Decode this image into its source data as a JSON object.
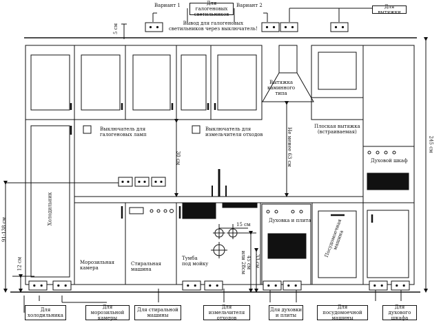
{
  "top": {
    "variant1": "Вариант 1",
    "halogen_box": "Для галогеновых\nсветильников",
    "variant2": "Вариант 2",
    "hood_box": "Для вытяжки",
    "dim_5cm": "5 см",
    "halogen_note": "Вывод для галогеновых\nсветильников через выключатель!"
  },
  "labels": {
    "hood_chimney": "Вытяжка\nкаминного\nтипа",
    "hood_flat": "Плоская вытяжка\n(встраиваемая)",
    "switch_halogen": "Выключатель для\nгалогеновых ламп",
    "switch_grinder": "Выключатель для\nизмельчителя отходов",
    "oven": "Духовой шкаф",
    "oven_hob": "Духовка и плита",
    "fridge": "Холодильник",
    "freezer": "Морозильная\nкамера",
    "washer": "Стиральная\nмашина",
    "sink_cab": "Тумба\nпод мойку",
    "dishwasher": "Посудомоечная\nмашина"
  },
  "dims": {
    "d30": "30 см",
    "d63": "Не менее 63 см",
    "d245": "245 см",
    "d91": "91-138 см",
    "d12": "12 см",
    "d15": "15 см",
    "d45": "45 см\nили 28см",
    "d33": "33 см"
  },
  "bottom_boxes": [
    "Для\nхолодильника",
    "Для морозильной\nкамеры",
    "Для стиральной\nмашины",
    "Для измельчителя\nотходов",
    "Для духовки\nи плиты",
    "Для посудомоечной\nмашины",
    "Для духового\nшкафа"
  ]
}
